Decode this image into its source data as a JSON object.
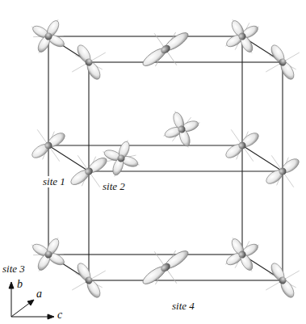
{
  "diagram": {
    "labels": [
      "site 1",
      "site 2",
      "b",
      "a",
      "site 3",
      "c",
      "site 4"
    ]
  }
}
